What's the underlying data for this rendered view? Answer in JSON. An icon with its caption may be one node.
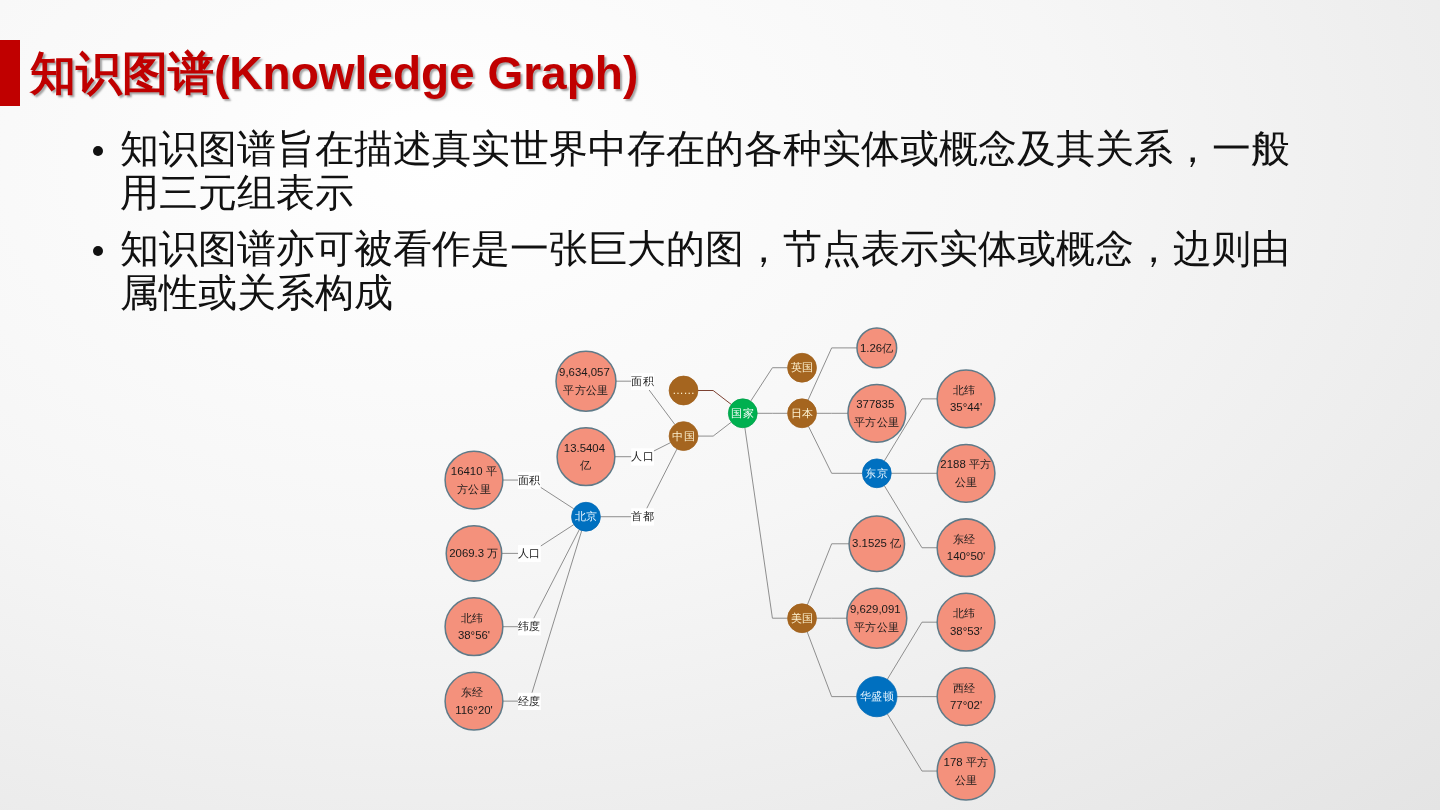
{
  "diagram": {
    "title": "知识图谱(Knowledge Graph)",
    "nodes": [
      {
        "text": [
          "国家"
        ]
      },
      {
        "text": [
          "……"
        ]
      },
      {
        "text": [
          "英国"
        ]
      },
      {
        "text": [
          "中国"
        ]
      },
      {
        "text": [
          "9,634,057 平方公里"
        ]
      },
      {
        "text": [
          "13.5404 亿"
        ]
      },
      {
        "text": [
          "北京"
        ]
      },
      {
        "text": [
          "16410 平方公里"
        ]
      },
      {
        "text": [
          "2069.3 万"
        ]
      },
      {
        "text": [
          "北纬 38°56'"
        ]
      },
      {
        "text": [
          "东经 116°20'"
        ]
      },
      {
        "text": [
          "日本"
        ]
      },
      {
        "text": [
          "1.26亿"
        ]
      },
      {
        "text": [
          "377835 平方公里"
        ]
      },
      {
        "text": [
          "东京"
        ]
      },
      {
        "text": [
          "北纬 35°44'"
        ]
      },
      {
        "text": [
          "2188 平方公里"
        ]
      },
      {
        "text": [
          "东经 140°50'"
        ]
      },
      {
        "text": [
          "美国"
        ]
      },
      {
        "text": [
          "3.1525 亿"
        ]
      },
      {
        "text": [
          "9,629,091 平方公里"
        ]
      },
      {
        "text": [
          "华盛顿"
        ]
      },
      {
        "text": [
          "北纬 38°53′"
        ]
      },
      {
        "text": [
          "西经 77°02'"
        ]
      },
      {
        "text": [
          "178 平方公里"
        ]
      }
    ],
    "edges": [
      {
        "from": 1,
        "to": 0,
        "arrow": "none",
        "color": "#7b3f2f"
      },
      {
        "from": 0,
        "to": 2,
        "arrow": "none"
      },
      {
        "from": 3,
        "to": 0,
        "arrow": "none"
      },
      {
        "from": 0,
        "to": 11,
        "arrow": "none"
      },
      {
        "from": 0,
        "to": 18,
        "arrow": "none"
      },
      {
        "from": 4,
        "to": 3,
        "arrow": "none",
        "label": "面积"
      },
      {
        "from": 5,
        "to": 3,
        "arrow": "none",
        "label": "人口"
      },
      {
        "from": 6,
        "to": 3,
        "arrow": "none",
        "label": "首都"
      },
      {
        "from": 7,
        "to": 6,
        "arrow": "none",
        "label": "面积"
      },
      {
        "from": 8,
        "to": 6,
        "arrow": "none",
        "label": "人口"
      },
      {
        "from": 9,
        "to": 6,
        "arrow": "none",
        "label": "纬度"
      },
      {
        "from": 10,
        "to": 6,
        "arrow": "none",
        "label": "经度"
      },
      {
        "from": 11,
        "to": 12,
        "arrow": "none"
      },
      {
        "from": 11,
        "to": 13,
        "arrow": "none"
      },
      {
        "from": 11,
        "to": 14,
        "arrow": "none"
      },
      {
        "from": 14,
        "to": 15,
        "arrow": "none"
      },
      {
        "from": 14,
        "to": 16,
        "arrow": "none"
      },
      {
        "from": 14,
        "to": 17,
        "arrow": "none"
      },
      {
        "from": 18,
        "to": 19,
        "arrow": "none"
      },
      {
        "from": 18,
        "to": 20,
        "arrow": "none"
      },
      {
        "from": 18,
        "to": 21,
        "arrow": "none"
      },
      {
        "from": 21,
        "to": 22,
        "arrow": "none"
      },
      {
        "from": 21,
        "to": 23,
        "arrow": "none"
      },
      {
        "from": 21,
        "to": 24,
        "arrow": "none"
      }
    ],
    "labels": [
      "知识图谱旨在描述真实世界中存在的各种实体或概念及其关系，一般用三元组表示",
      "知识图谱亦可被看作是一张巨大的图，节点表示实体或概念，边则由属性或关系构成"
    ]
  }
}
